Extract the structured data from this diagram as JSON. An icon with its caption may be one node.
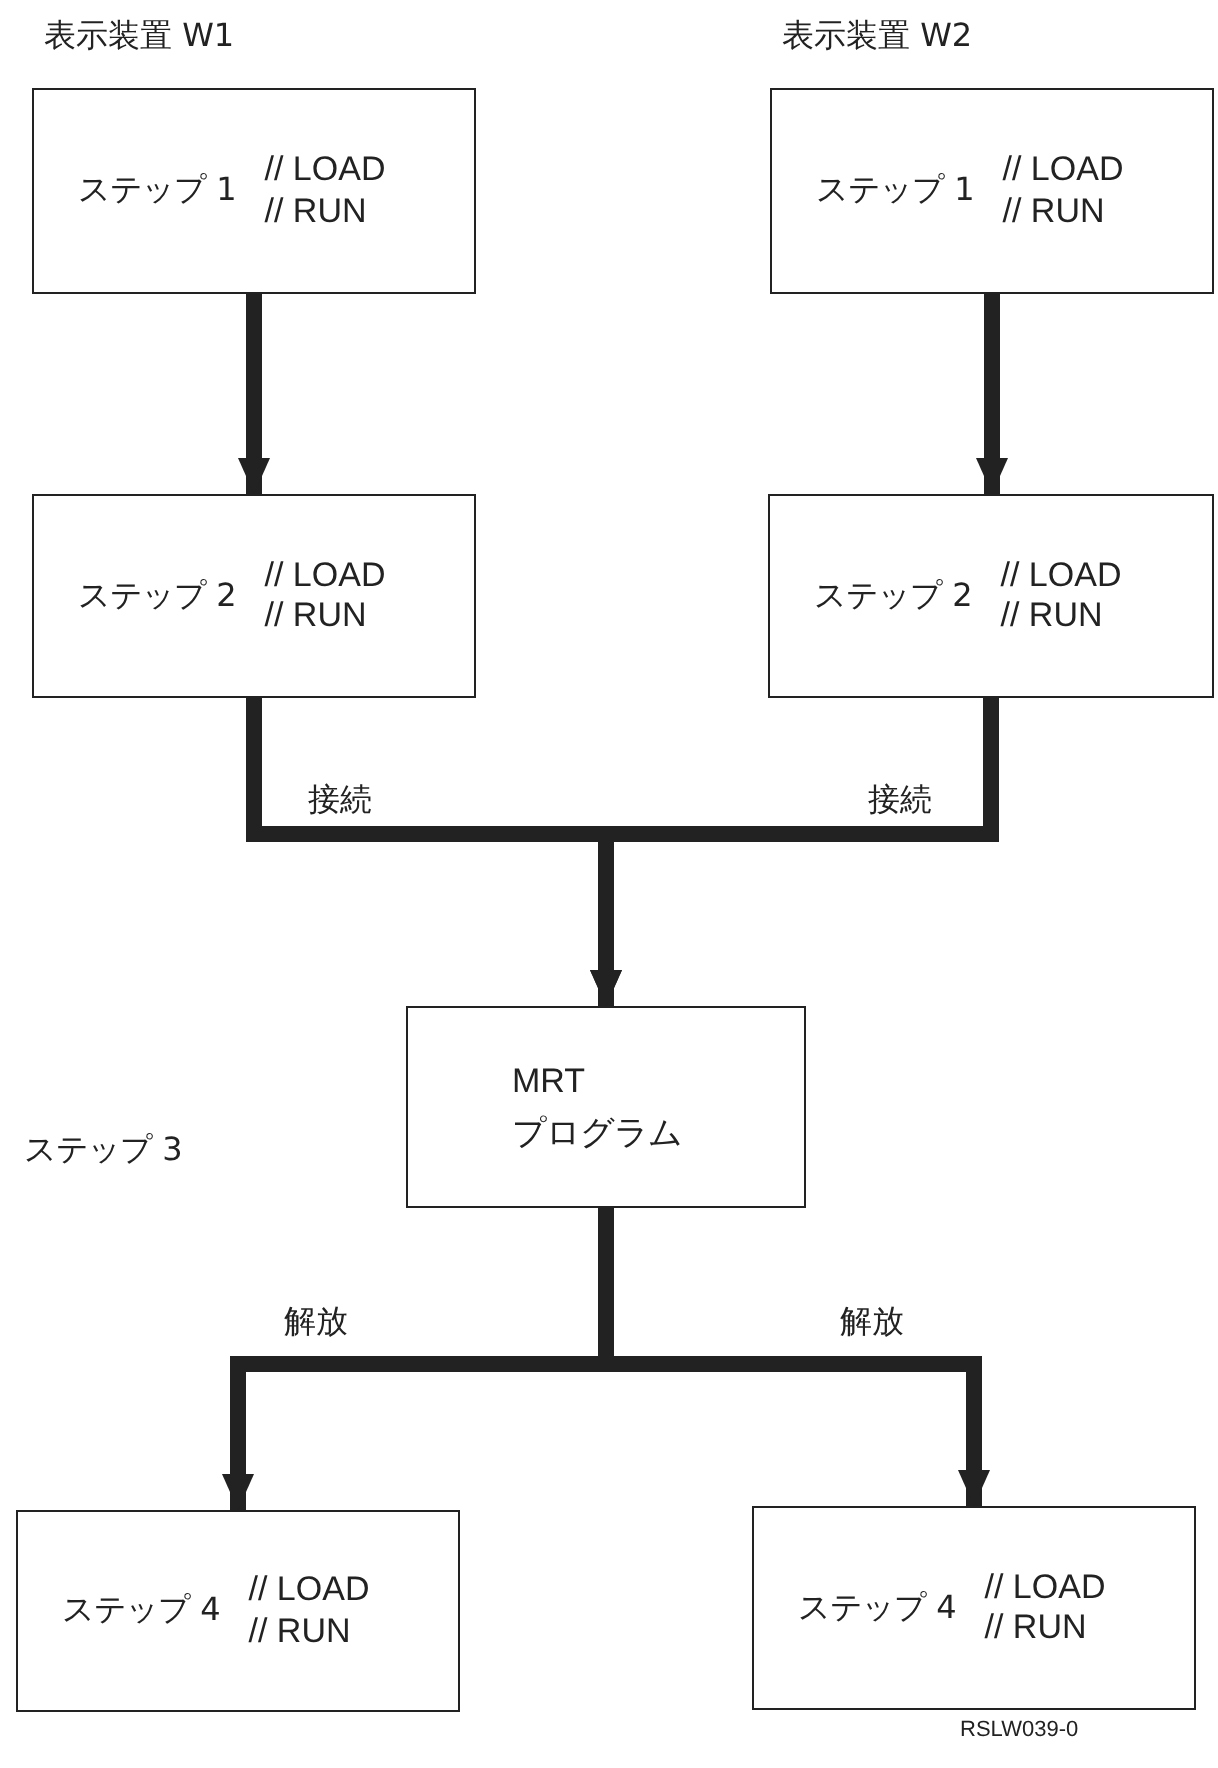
{
  "diagram": {
    "nodes": [
      {
        "text": [
          "ステップ 1",
          "// LOAD // RUN"
        ]
      },
      {
        "text": [
          "ステップ 1",
          "// LOAD // RUN"
        ]
      },
      {
        "text": [
          "ステップ 2",
          "// LOAD // RUN"
        ]
      },
      {
        "text": [
          "ステップ 2",
          "// LOAD // RUN"
        ]
      },
      {
        "text": [
          "MRT プログラム"
        ]
      },
      {
        "text": [
          "ステップ 4",
          "// LOAD // RUN"
        ]
      },
      {
        "text": [
          "ステップ 4",
          "// LOAD // RUN"
        ]
      }
    ],
    "edges": [
      {
        "from": 0,
        "to": 2,
        "arrow": "to"
      },
      {
        "from": 1,
        "to": 3,
        "arrow": "to"
      },
      {
        "from": 2,
        "to": 4,
        "arrow": "to",
        "label": "接続"
      },
      {
        "from": 3,
        "to": 4,
        "arrow": "to",
        "label": "接続"
      },
      {
        "from": 4,
        "to": 5,
        "arrow": "to",
        "label": "解放"
      },
      {
        "from": 4,
        "to": 6,
        "arrow": "to",
        "label": "解放"
      }
    ],
    "labels": [
      "表示装置 W1",
      "表示装置 W2",
      "ステップ 3",
      "RSLW039-0"
    ]
  }
}
